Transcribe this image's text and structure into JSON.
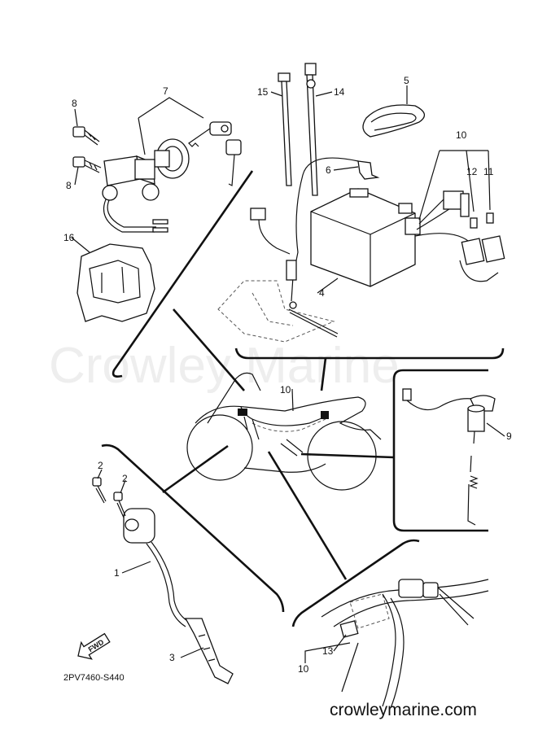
{
  "watermark": "Crowley Marine",
  "footer_url": "crowleymarine.com",
  "diagram_ref": "2PV7460-S440",
  "fwd_label": "FWD",
  "callouts": {
    "c1": "1",
    "c2a": "2",
    "c2b": "2",
    "c3": "3",
    "c4": "4",
    "c5": "5",
    "c6": "6",
    "c7": "7",
    "c8a": "8",
    "c8b": "8",
    "c9": "9",
    "c10a": "10",
    "c10b": "10",
    "c10c": "10",
    "c11": "11",
    "c12": "12",
    "c13": "13",
    "c14": "14",
    "c15": "15",
    "c16": "16"
  }
}
